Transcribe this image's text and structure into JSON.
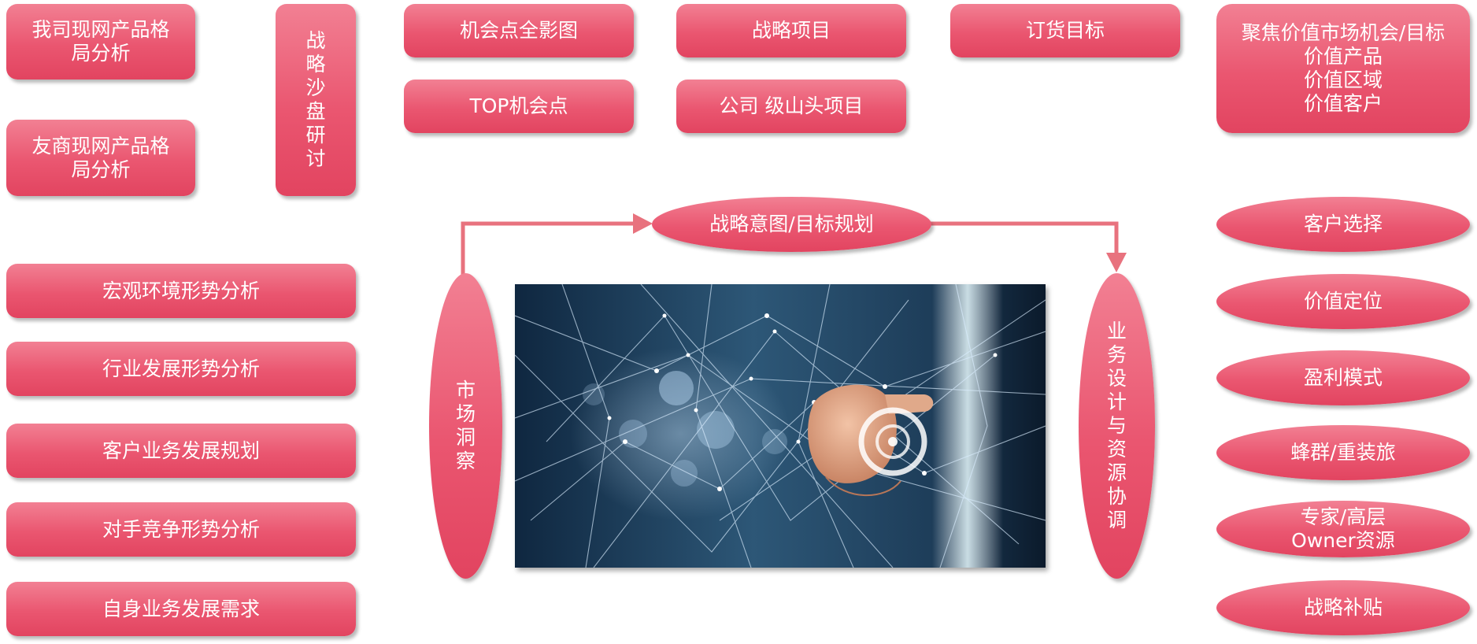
{
  "boxes": {
    "my_portfolio": "我司现网产品格\n局分析",
    "rival_portfolio": "友商现网产品格\n局分析",
    "strategy_sandtable": "战略沙盘研讨",
    "opportunity_map": "机会点全影图",
    "top_opportunity": "TOP机会点",
    "strategic_project": "战略项目",
    "company_level_project": "公司 级山头项目",
    "order_target": "订货目标",
    "focus_value": "聚焦价值市场机会/目标\n价值产品\n价值区域\n价值客户",
    "macro_env": "宏观环境形势分析",
    "industry_dev": "行业发展形势分析",
    "customer_biz_plan": "客户业务发展规划",
    "competitor_analysis": "对手竞争形势分析",
    "own_biz_needs": "自身业务发展需求",
    "market_insight": "市场洞察",
    "strategic_intent": "战略意图/目标规划",
    "biz_design": "业务设计与资源协调",
    "customer_selection": "客户选择",
    "value_positioning": "价值定位",
    "profit_model": "盈利模式",
    "swarm_brigade": "蜂群/重装旅",
    "expert_owner": "专家/高层\nOwner资源",
    "strategic_subsidy": "战略补贴"
  },
  "colors": {
    "box_top": "#f28093",
    "box_bottom": "#e24460",
    "arrow": "#e8727e",
    "image_dark": "#0d2235",
    "image_mid": "#2d5777",
    "hand": "#e0a98a"
  },
  "image": {
    "icon": "network-hand-touch-image"
  }
}
